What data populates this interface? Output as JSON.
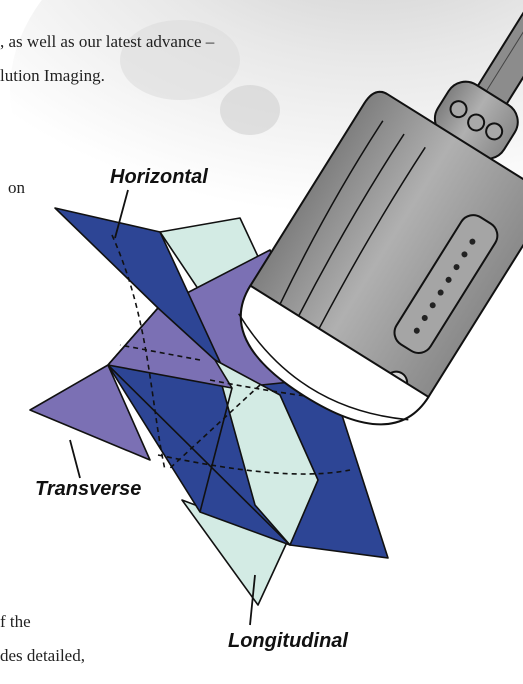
{
  "body_text": {
    "line1": ", as well as our latest advance –",
    "line2": "lution Imaging.",
    "line3": "on",
    "line4": "f the",
    "line5": "des detailed,"
  },
  "labels": {
    "horizontal": "Horizontal",
    "transverse": "Transverse",
    "longitudinal": "Longitudinal"
  },
  "colors": {
    "dark_blue": "#2d4595",
    "purple": "#7b70b4",
    "light_teal": "#d3ebe4",
    "probe_gray": "#9b9b9b",
    "outline": "#111111"
  },
  "icons": {
    "probe": "ultrasound-probe-icon"
  }
}
